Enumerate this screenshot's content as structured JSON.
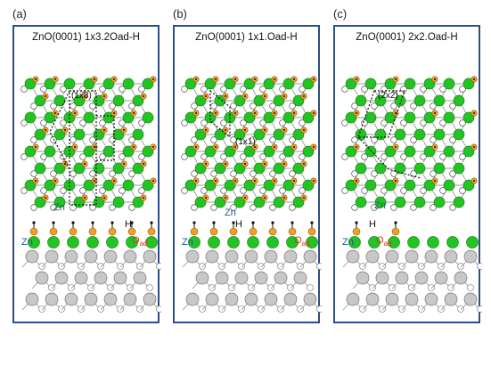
{
  "panels": [
    {
      "tag": "(a)",
      "title": "ZnO(0001) 1x3.2Oad-H",
      "cell_label": "(1x3)",
      "zn_top": "Zn",
      "zn_side": "Zn",
      "h": "H",
      "oad": "O",
      "oad_sub": "ad"
    },
    {
      "tag": "(b)",
      "title": "ZnO(0001) 1x1.Oad-H",
      "cell_label": "(1x1)",
      "zn_top": "Zn",
      "zn_side": "Zn",
      "h": "H",
      "oad": "O",
      "oad_sub": "ad"
    },
    {
      "tag": "(c)",
      "title": "ZnO(0001) 2x2.Oad-H",
      "cell_label": "(2x2)",
      "zn_top": "Zn",
      "zn_side": "Zn",
      "h": "H",
      "oad": "O",
      "oad_sub": "ad"
    }
  ],
  "colors": {
    "frame": "#2b4f86",
    "zn": "#22c322",
    "oad": "#f0a02a",
    "o_lattice": "#ffffff",
    "bulk": "#c8c8c8",
    "zn_label": "#1f5a86",
    "oad_label": "#e0331a"
  }
}
